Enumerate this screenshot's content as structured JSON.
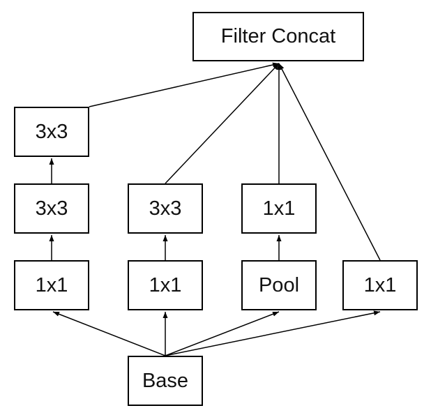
{
  "diagram": {
    "nodes": {
      "filter_concat": "Filter Concat",
      "branch1_top_3x3": "3x3",
      "branch1_mid_3x3": "3x3",
      "branch1_bottom_1x1": "1x1",
      "branch2_top_3x3": "3x3",
      "branch2_bottom_1x1": "1x1",
      "branch3_top_1x1": "1x1",
      "branch3_pool": "Pool",
      "branch4_1x1": "1x1",
      "base": "Base"
    },
    "edges": [
      {
        "from": "base",
        "to": "branch1_bottom_1x1"
      },
      {
        "from": "base",
        "to": "branch2_bottom_1x1"
      },
      {
        "from": "base",
        "to": "branch3_pool"
      },
      {
        "from": "base",
        "to": "branch4_1x1"
      },
      {
        "from": "branch1_bottom_1x1",
        "to": "branch1_mid_3x3"
      },
      {
        "from": "branch1_mid_3x3",
        "to": "branch1_top_3x3"
      },
      {
        "from": "branch2_bottom_1x1",
        "to": "branch2_top_3x3"
      },
      {
        "from": "branch3_pool",
        "to": "branch3_top_1x1"
      },
      {
        "from": "branch1_top_3x3",
        "to": "filter_concat"
      },
      {
        "from": "branch2_top_3x3",
        "to": "filter_concat"
      },
      {
        "from": "branch3_top_1x1",
        "to": "filter_concat"
      },
      {
        "from": "branch4_1x1",
        "to": "filter_concat"
      }
    ],
    "colors": {
      "stroke": "#000000",
      "text": "#111111",
      "background": "#ffffff"
    }
  }
}
